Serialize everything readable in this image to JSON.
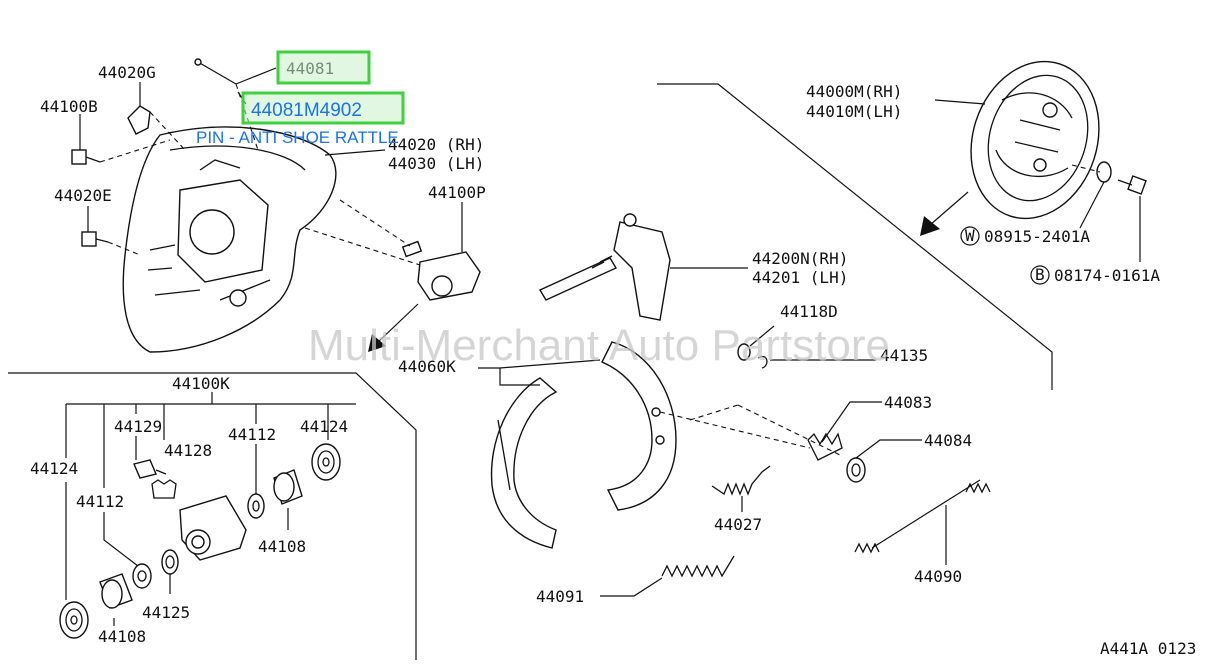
{
  "labels": {
    "p44081": "44081",
    "p44020G": "44020G",
    "p44100B": "44100B",
    "p44020RH": "44020 (RH)",
    "p44030LH": "44030 (LH)",
    "p44020E": "44020E",
    "p44100P": "44100P",
    "p44000M": "44000M(RH)",
    "p44010M": "44010M(LH)",
    "p08915": "08915-2401A",
    "p08174": "08174-0161A",
    "p44200N": "44200N(RH)",
    "p44201": "44201  (LH)",
    "p44118D": "44118D",
    "p44135": "44135",
    "p44060K": "44060K",
    "p44083": "44083",
    "p44084": "44084",
    "p44027": "44027",
    "p44090": "44090",
    "p44091": "44091",
    "p44100K": "44100K",
    "p44129": "44129",
    "p44128": "44128",
    "p44112a": "44112",
    "p44124a": "44124",
    "p44124b": "44124",
    "p44112b": "44112",
    "p44108a": "44108",
    "p44125": "44125",
    "p44108b": "44108"
  },
  "circled": {
    "w": "W",
    "b": "B"
  },
  "highlight": {
    "part_number": "44081M4902",
    "part_name": "PIN - ANTI SHOE RATTLE",
    "box_color": "#3ed13e",
    "text_color": "#1a73e8"
  },
  "watermark": "Multi-Merchant Auto Partstore",
  "diagram_code": "A441A 0123"
}
